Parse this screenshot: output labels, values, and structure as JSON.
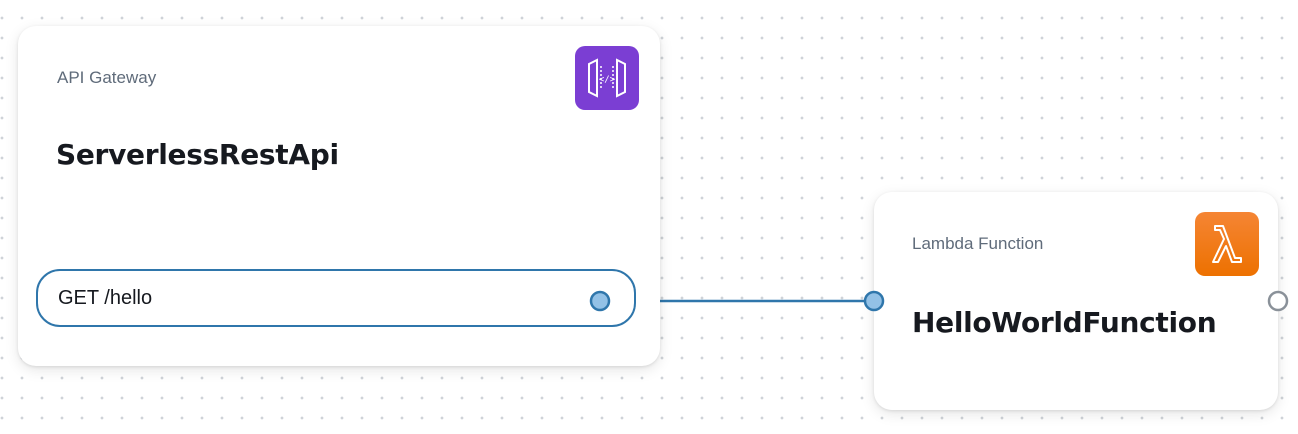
{
  "nodes": {
    "gateway": {
      "type_label": "API Gateway",
      "name": "ServerlessRestApi",
      "icon": "api-gateway-icon",
      "icon_color": "#7b3ed3",
      "routes": [
        {
          "label": "GET /hello"
        }
      ]
    },
    "lambda": {
      "type_label": "Lambda Function",
      "name": "HelloWorldFunction",
      "icon": "lambda-icon",
      "icon_color": "#ed7100"
    }
  },
  "colors": {
    "connector": "#2f76ab",
    "port_fill": "#93c1e6",
    "port_empty_stroke": "#8a9199"
  }
}
